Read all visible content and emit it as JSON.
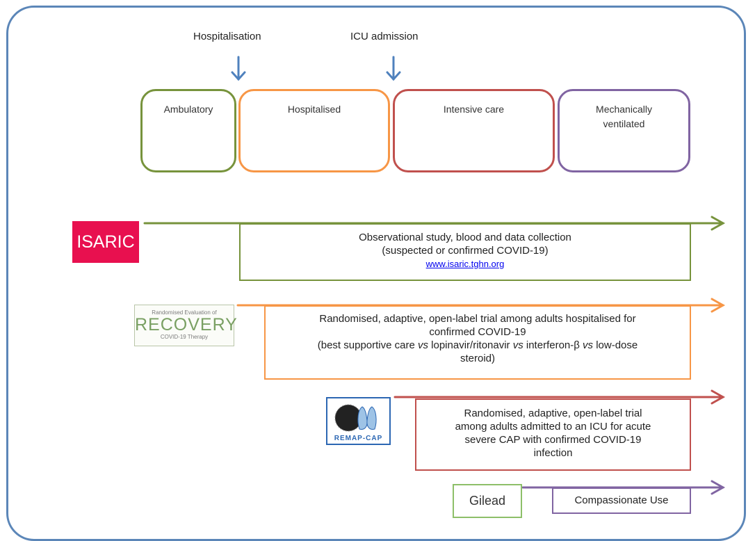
{
  "events": {
    "hospitalisation": "Hospitalisation",
    "icu_admission": "ICU admission"
  },
  "stages": {
    "ambulatory": "Ambulatory",
    "hospitalised": "Hospitalised",
    "intensive_care": "Intensive care",
    "mechanically_ventilated_line1": "Mechanically",
    "mechanically_ventilated_line2": "ventilated"
  },
  "isaric": {
    "logo_text": "ISARIC",
    "line1": "Observational study, blood and data collection",
    "line2": "(suspected or confirmed COVID-19)",
    "link": "www.isaric.tghn.org"
  },
  "recovery": {
    "logo_top": "Randomised Evaluation of",
    "logo_main": "RECOVERY",
    "logo_bottom": "COVID-19 Therapy",
    "line1": "Randomised, adaptive, open-label trial among adults hospitalised for",
    "line2": "confirmed COVID-19",
    "line3_a": "(best supportive care ",
    "vs": "vs",
    "line3_b": " lopinavir/ritonavir ",
    "line3_c": " interferon-β ",
    "line3_d": " low-dose",
    "line4": "steroid)"
  },
  "remap": {
    "logo_text": "REMAP-CAP",
    "line1": "Randomised, adaptive, open-label trial",
    "line2": "among adults admitted to an ICU for acute",
    "line3": "severe CAP with confirmed COVID-19",
    "line4": "infection"
  },
  "gilead": {
    "logo_text": "Gilead",
    "label": "Compassionate Use"
  },
  "colors": {
    "frame": "#5b86b8",
    "green": "#77933c",
    "orange": "#f79646",
    "red": "#c0504d",
    "purple": "#8064a2",
    "event_arrow": "#4f81bd"
  }
}
